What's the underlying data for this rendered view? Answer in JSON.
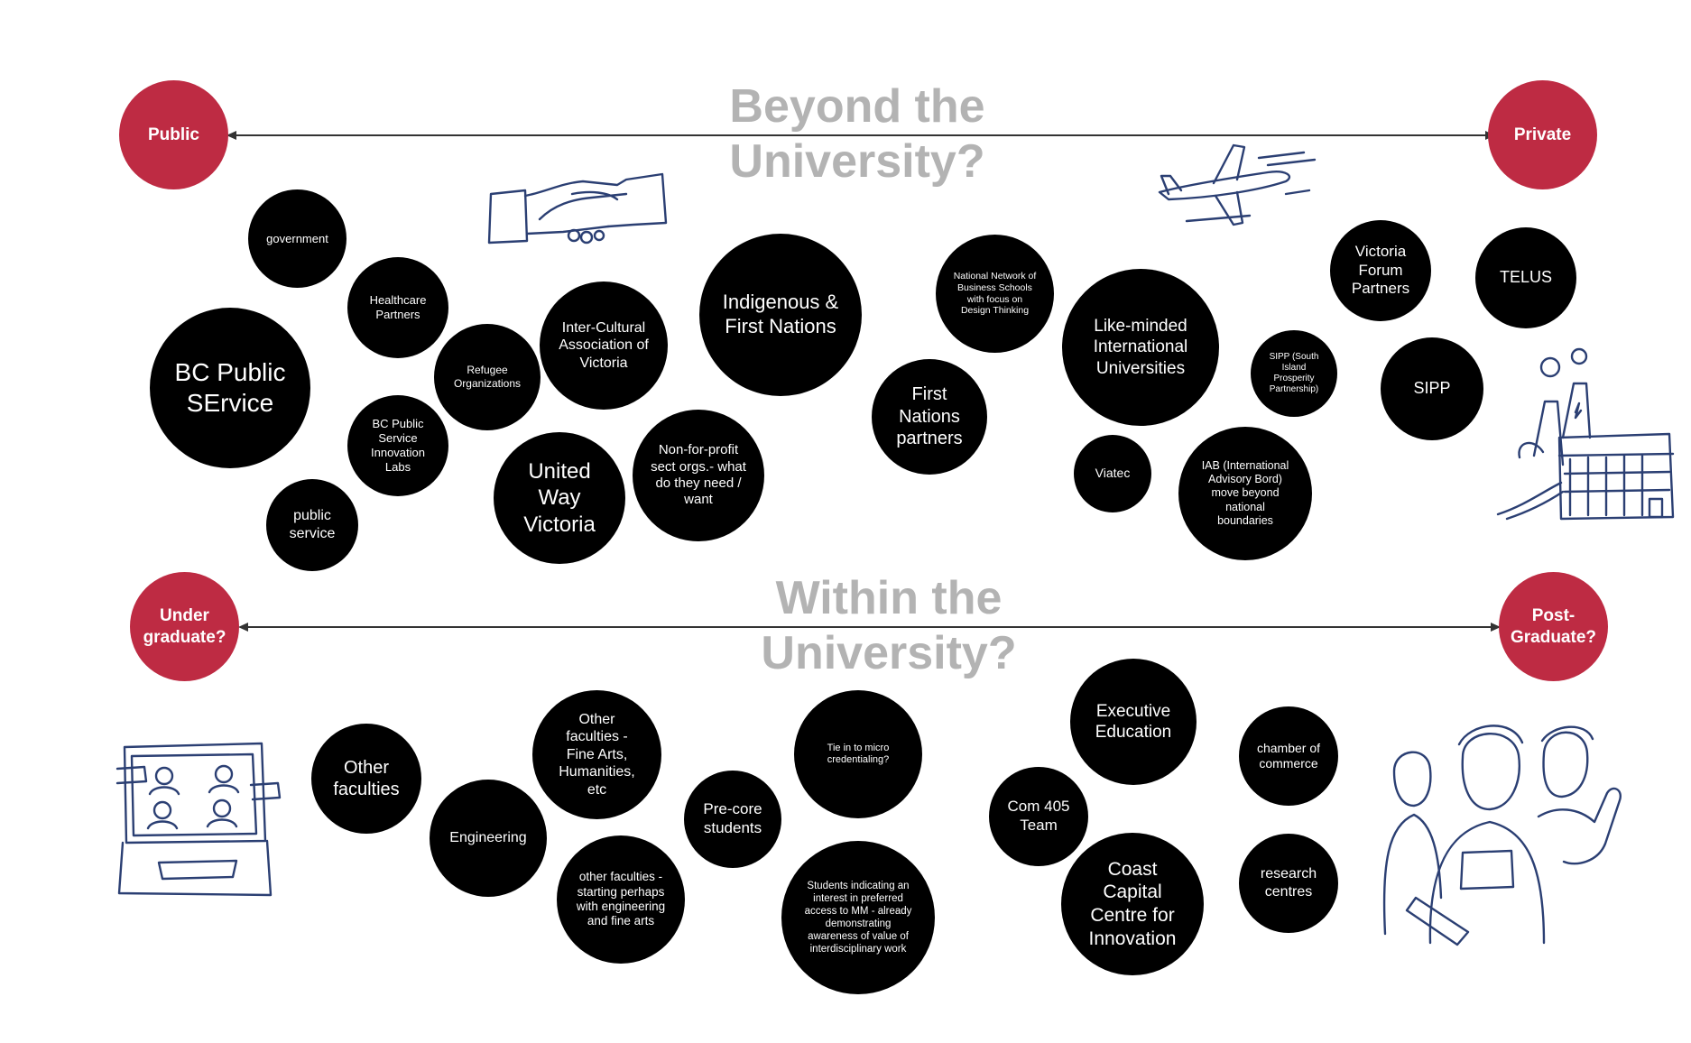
{
  "beyond": {
    "title_line1": "Beyond the",
    "title_line2": "University?",
    "left_pole": "Public",
    "right_pole": "Private",
    "bubbles": [
      {
        "id": "government",
        "label": "government"
      },
      {
        "id": "healthcare",
        "label": "Healthcare Partners"
      },
      {
        "id": "bc-public-service",
        "label": "BC Public SErvice"
      },
      {
        "id": "refugee",
        "label": "Refugee Organizations"
      },
      {
        "id": "intercultural",
        "label": "Inter-Cultural Association of Victoria"
      },
      {
        "id": "indigenous",
        "label": "Indigenous & First Nations"
      },
      {
        "id": "bc-innovation-labs",
        "label": "BC Public Service Innovation Labs"
      },
      {
        "id": "public-service",
        "label": "public service"
      },
      {
        "id": "united-way",
        "label": "United Way Victoria"
      },
      {
        "id": "non-for-profit",
        "label": "Non-for-profit sect orgs.- what do they need / want"
      },
      {
        "id": "national-network",
        "label": "National Network of Business Schools with focus on Design Thinking"
      },
      {
        "id": "first-nations-partners",
        "label": "First Nations partners"
      },
      {
        "id": "like-minded",
        "label": "Like-minded International Universities"
      },
      {
        "id": "viatec",
        "label": "Viatec"
      },
      {
        "id": "iab",
        "label": "IAB (International Advisory Bord) move beyond national boundaries"
      },
      {
        "id": "sipp-south",
        "label": "SIPP (South Island Prosperity Partnership)"
      },
      {
        "id": "victoria-forum",
        "label": "Victoria Forum Partners"
      },
      {
        "id": "telus",
        "label": "TELUS"
      },
      {
        "id": "sipp",
        "label": "SIPP"
      }
    ]
  },
  "within": {
    "title_line1": "Within the",
    "title_line2": "University?",
    "left_pole": "Under graduate?",
    "right_pole": "Post- Graduate?",
    "bubbles": [
      {
        "id": "other-faculties",
        "label": "Other faculties"
      },
      {
        "id": "engineering",
        "label": "Engineering"
      },
      {
        "id": "other-faculties-fine-arts",
        "label": "Other faculties - Fine Arts, Humanities, etc"
      },
      {
        "id": "other-faculties-starting",
        "label": "other faculties - starting perhaps with engineering and fine arts"
      },
      {
        "id": "pre-core",
        "label": "Pre-core students"
      },
      {
        "id": "micro-credentialing",
        "label": "Tie in to micro credentialing?"
      },
      {
        "id": "students-interest",
        "label": "Students indicating an interest in preferred access to MM - already demonstrating awareness of value of interdisciplinary work"
      },
      {
        "id": "executive-education",
        "label": "Executive Education"
      },
      {
        "id": "com-405",
        "label": "Com 405 Team"
      },
      {
        "id": "coast-capital",
        "label": "Coast Capital Centre for Innovation"
      },
      {
        "id": "chamber-of-commerce",
        "label": "chamber of commerce"
      },
      {
        "id": "research-centres",
        "label": "research centres"
      }
    ]
  },
  "illustrations": [
    "handshake-icon",
    "airplane-icon",
    "factory-icon",
    "video-call-laptop-icon",
    "team-people-icon"
  ],
  "colors": {
    "pole": "#be2b43",
    "bubble": "#000000",
    "title": "#b3b3b3",
    "sketch": "#2b3f73"
  }
}
